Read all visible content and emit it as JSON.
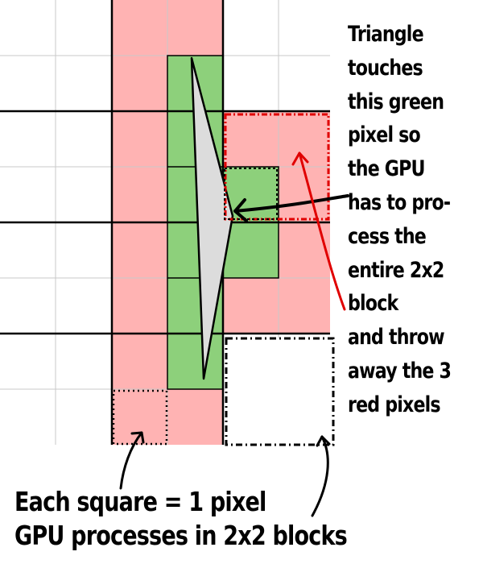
{
  "annotation": {
    "side_lines": [
      "Triangle",
      "touches",
      "this green",
      "pixel so",
      "the GPU",
      "has to pro-",
      "cess the",
      "entire 2x2",
      "block",
      "and throw",
      "away the 3",
      "red pixels"
    ],
    "bottom_lines": [
      "Each square = 1 pixel",
      "GPU processes in 2x2 blocks"
    ]
  },
  "colors": {
    "red_pixel": "#ffb3b3",
    "green_pixel": "#8dd07b",
    "triangle_fill": "#dcdcdc",
    "grid_line": "#c8c8c8",
    "block_line": "#000000",
    "highlight_outline": "#e00000",
    "arrow_red": "#e00000",
    "arrow_black": "#000000"
  }
}
